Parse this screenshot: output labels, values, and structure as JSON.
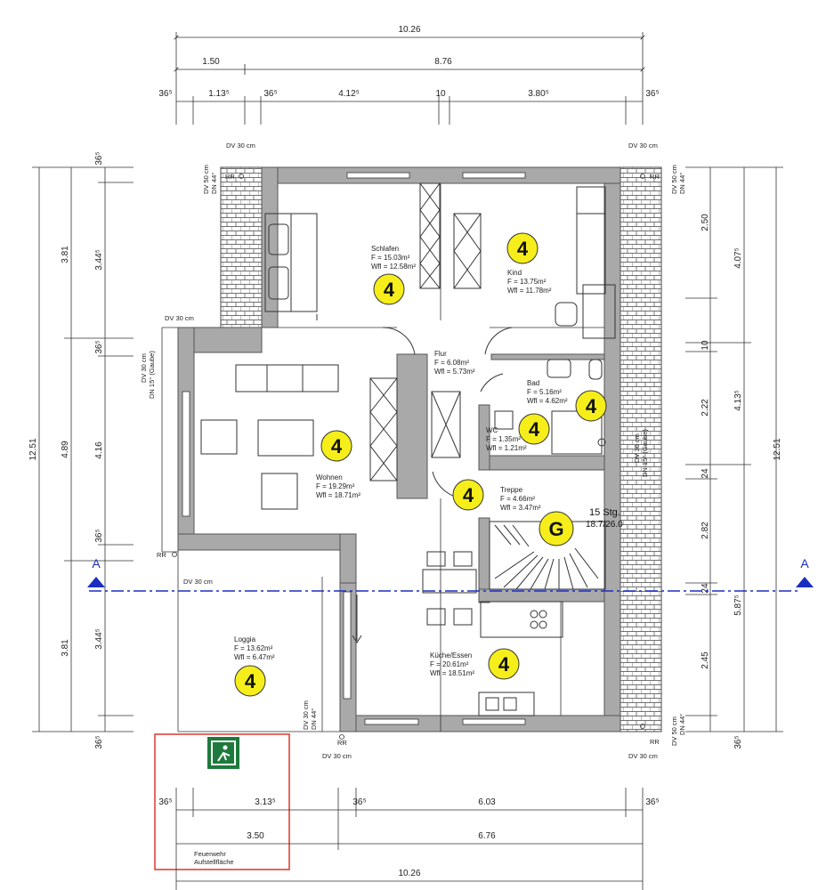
{
  "dimensions": {
    "top_total": "10.26",
    "top_split": [
      "1.50",
      "8.76"
    ],
    "top_detail": [
      "36⁵",
      "1.13⁵",
      "36⁵",
      "4.12⁵",
      "10",
      "3.80⁵",
      "36⁵"
    ],
    "bottom_detail": [
      "36⁵",
      "3.13⁵",
      "36⁵",
      "6.03",
      "36⁵"
    ],
    "bottom_split": [
      "3.50",
      "6.76"
    ],
    "bottom_total": "10.26",
    "left_total": "12.51",
    "left_split": [
      "3.81",
      "4.89",
      "3.81"
    ],
    "left_detail": [
      "36⁵",
      "3.44⁵",
      "36⁵",
      "4.16",
      "36⁵",
      "3.44⁵",
      "36⁵"
    ],
    "right_total": "12.51",
    "right_split": [
      "4.07⁵",
      "4.13⁵",
      "5.87⁵"
    ],
    "right_detail": [
      "2.50",
      "10",
      "2.22",
      "24",
      "2.82",
      "24",
      "2.45",
      "36⁵"
    ]
  },
  "annotations": {
    "dv30": "DV 30 cm",
    "dv50": "DV 50 cm",
    "dn44": "DN 44°",
    "dn15": "DN 15° (Gaube)",
    "rr": "RR",
    "section": "A",
    "fire_area_line1": "Feuerwehr",
    "fire_area_line2": "Aufstellfläche",
    "stairs_note_1": "15 Stg.",
    "stairs_note_2": "18.7/26.0"
  },
  "rooms": [
    {
      "name": "Schlafen",
      "area": "F = 15.03m²",
      "wfl": "Wfl = 12.58m²",
      "badge": "4"
    },
    {
      "name": "Kind",
      "area": "F = 13.75m²",
      "wfl": "Wfl = 11.78m²",
      "badge": "4"
    },
    {
      "name": "Flur",
      "area": "F = 6.08m²",
      "wfl": "Wfl = 5.73m²",
      "badge": "4"
    },
    {
      "name": "Bad",
      "area": "F = 5.16m²",
      "wfl": "Wfl = 4.62m²",
      "badge": "4"
    },
    {
      "name": "WC",
      "area": "F = 1.35m²",
      "wfl": "Wfl = 1.21m²",
      "badge": "4"
    },
    {
      "name": "Wohnen",
      "area": "F = 19.29m²",
      "wfl": "Wfl = 18.71m²",
      "badge": "4"
    },
    {
      "name": "Treppe",
      "area": "F = 4.66m²",
      "wfl": "Wfl = 3.47m²",
      "badge": "G"
    },
    {
      "name": "Loggia",
      "area": "F = 13.62m²",
      "wfl": "Wfl = 6.47m²",
      "badge": "4"
    },
    {
      "name": "Küche/Essen",
      "area": "F = 20.61m²",
      "wfl": "Wfl = 18.51m²",
      "badge": "4"
    }
  ],
  "colors": {
    "badge_fill": "#f6ee1a",
    "wall": "#a9a9a9",
    "section_line": "#1a2fbf",
    "fire_box": "#d9291c",
    "exit_sign": "#1e7a3c"
  }
}
